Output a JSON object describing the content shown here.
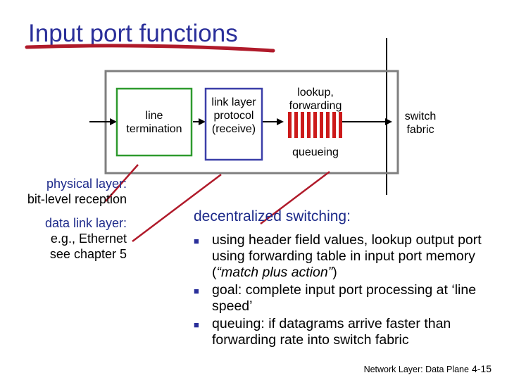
{
  "title": "Input port functions",
  "diagram": {
    "line_termination": "line termination",
    "link_layer_protocol": "link layer protocol (receive)",
    "lookup_forwarding": "lookup, forwarding",
    "queueing": "queueing",
    "switch_fabric": "switch fabric"
  },
  "annotations": {
    "physical_layer": {
      "title": "physical layer:",
      "text": "bit-level reception"
    },
    "data_link_layer": {
      "title": "data link layer:",
      "line1": "e.g., Ethernet",
      "line2": "see chapter 5"
    }
  },
  "main": {
    "heading": "decentralized switching:",
    "bullets": [
      {
        "pre": "using header field values, lookup output port using forwarding table in input port memory (",
        "em": "“match plus action”",
        "post": ")"
      },
      {
        "pre": "goal: complete input port processing at ‘line speed’",
        "em": "",
        "post": ""
      },
      {
        "pre": "queuing: if datagrams arrive faster than forwarding rate into switch fabric",
        "em": "",
        "post": ""
      }
    ]
  },
  "footer": {
    "label": "Network Layer: Data Plane",
    "page": "4-15"
  },
  "colors": {
    "title": "#2a2f9a",
    "green_box": "#2e9a2e",
    "blue_box": "#3b3fa8",
    "queue": "#cc1a1a",
    "pointer": "#b01a2a",
    "outline": "#7f7f7f"
  }
}
